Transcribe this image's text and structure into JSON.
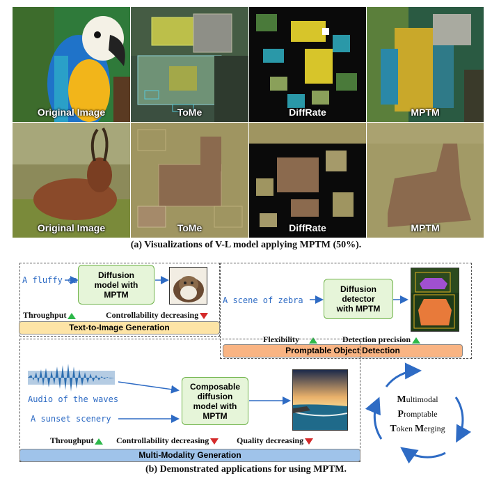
{
  "panel_a": {
    "row1_labels": [
      "Original Image",
      "ToMe",
      "DiffRate",
      "MPTM"
    ],
    "row2_labels": [
      "Original Image",
      "ToMe",
      "DiffRate",
      "MPTM"
    ],
    "caption": "(a) Visualizations of V-L model applying MPTM (50%)."
  },
  "panel_b": {
    "t2i": {
      "prompt": "A fluffy cat",
      "model_label": "Diffusion model with MPTM",
      "metric_up": "Throughput",
      "metric_down": "Controllability decreasing",
      "title": "Text-to-Image Generation"
    },
    "pod": {
      "prompt": "A scene of zebra",
      "model_label": "Diffusion detector with MPTM",
      "metric_up1": "Flexibility",
      "metric_up2": "Detection precision",
      "title": "Promptable Object Detection"
    },
    "mm": {
      "input1": "Audio of the waves",
      "input2": "A sunset scenery",
      "model_label": "Composable diffusion model with MPTM",
      "metric_up": "Throughput",
      "metric_down1": "Controllability decreasing",
      "metric_down2": "Quality decreasing",
      "title": "Multi-Modality Generation"
    },
    "cycle": {
      "w1_initial": "M",
      "w1_rest": "ultimodal",
      "w2_initial": "P",
      "w2_rest": "romptable",
      "w3_initial": "T",
      "w3_rest": "oken ",
      "w4_initial": "M",
      "w4_rest": "erging"
    },
    "caption": "(b) Demonstrated applications for using MPTM."
  },
  "colors": {
    "arrow_blue": "#2e6bc4",
    "up_green": "#2db84a",
    "down_red": "#d42a2a",
    "t2i_bar": "#fde4a6",
    "pod_bar": "#f9b483",
    "mm_bar": "#9fc3ea"
  }
}
